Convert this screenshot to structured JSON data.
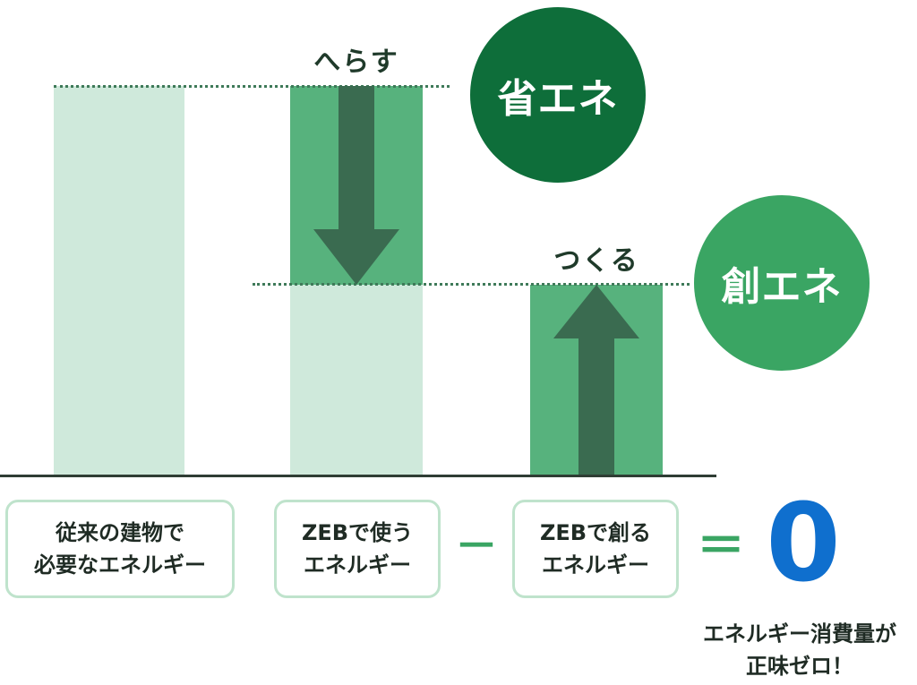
{
  "labels": {
    "reduce": "へらす",
    "create": "つくる",
    "energy_saving": "省エネ",
    "energy_creation": "創エネ"
  },
  "boxes": {
    "conventional": {
      "line1": "従来の建物で",
      "line2": "必要なエネルギー"
    },
    "zeb_use": {
      "line1": "ZEBで使う",
      "line2": "エネルギー"
    },
    "zeb_create": {
      "line1": "ZEBで創る",
      "line2": "エネルギー"
    }
  },
  "operators": {
    "minus": "－",
    "equals": "＝"
  },
  "result": {
    "value": "0",
    "line1": "エネルギー消費量が",
    "line2": "正味ゼロ！"
  },
  "colors": {
    "light_bar": "#cfe9db",
    "mid_bar": "#57b27d",
    "arrow": "#3a6b50",
    "circle_dark": "#0e6e3a",
    "circle_light": "#3aa563",
    "zero": "#0f6fce"
  }
}
